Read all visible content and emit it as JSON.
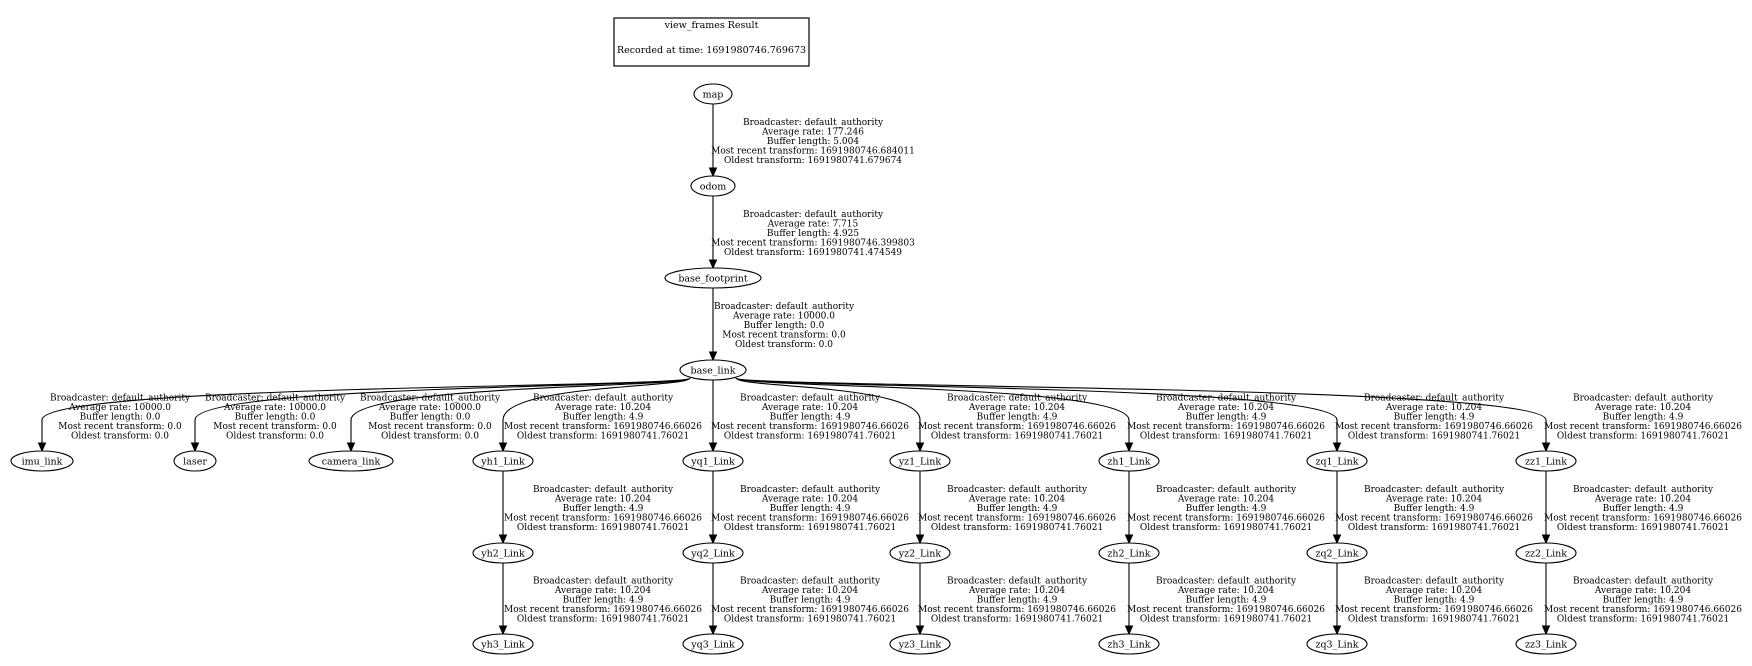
{
  "title": {
    "heading": "view_frames Result",
    "recorded": "Recorded at time: 1691980746.769673"
  },
  "nodes": [
    {
      "id": "map",
      "label": "map"
    },
    {
      "id": "odom",
      "label": "odom"
    },
    {
      "id": "base_footprint",
      "label": "base_footprint"
    },
    {
      "id": "base_link",
      "label": "base_link"
    },
    {
      "id": "imu_link",
      "label": "imu_link"
    },
    {
      "id": "laser",
      "label": "laser"
    },
    {
      "id": "camera_link",
      "label": "camera_link"
    },
    {
      "id": "yh1_Link",
      "label": "yh1_Link"
    },
    {
      "id": "yq1_Link",
      "label": "yq1_Link"
    },
    {
      "id": "yz1_Link",
      "label": "yz1_Link"
    },
    {
      "id": "zh1_Link",
      "label": "zh1_Link"
    },
    {
      "id": "zq1_Link",
      "label": "zq1_Link"
    },
    {
      "id": "zz1_Link",
      "label": "zz1_Link"
    },
    {
      "id": "yh2_Link",
      "label": "yh2_Link"
    },
    {
      "id": "yq2_Link",
      "label": "yq2_Link"
    },
    {
      "id": "yz2_Link",
      "label": "yz2_Link"
    },
    {
      "id": "zh2_Link",
      "label": "zh2_Link"
    },
    {
      "id": "zq2_Link",
      "label": "zq2_Link"
    },
    {
      "id": "zz2_Link",
      "label": "zz2_Link"
    },
    {
      "id": "yh3_Link",
      "label": "yh3_Link"
    },
    {
      "id": "yq3_Link",
      "label": "yq3_Link"
    },
    {
      "id": "yz3_Link",
      "label": "yz3_Link"
    },
    {
      "id": "zh3_Link",
      "label": "zh3_Link"
    },
    {
      "id": "zq3_Link",
      "label": "zq3_Link"
    },
    {
      "id": "zz3_Link",
      "label": "zz3_Link"
    }
  ],
  "edges": [
    {
      "from": "map",
      "to": "odom",
      "lines": [
        "Broadcaster: default_authority",
        "Average rate: 177.246",
        "Buffer length: 5.004",
        "Most recent transform: 1691980746.684011",
        "Oldest transform: 1691980741.679674"
      ]
    },
    {
      "from": "odom",
      "to": "base_footprint",
      "lines": [
        "Broadcaster: default_authority",
        "Average rate: 7.715",
        "Buffer length: 4.925",
        "Most recent transform: 1691980746.399803",
        "Oldest transform: 1691980741.474549"
      ]
    },
    {
      "from": "base_footprint",
      "to": "base_link",
      "lines": [
        "Broadcaster: default_authority",
        "Average rate: 10000.0",
        "Buffer length: 0.0",
        "Most recent transform: 0.0",
        "Oldest transform: 0.0"
      ]
    },
    {
      "from": "base_link",
      "to": "imu_link",
      "lines": [
        "Broadcaster: default_authority",
        "Average rate: 10000.0",
        "Buffer length: 0.0",
        "Most recent transform: 0.0",
        "Oldest transform: 0.0"
      ]
    },
    {
      "from": "base_link",
      "to": "laser",
      "lines": [
        "Broadcaster: default_authority",
        "Average rate: 10000.0",
        "Buffer length: 0.0",
        "Most recent transform: 0.0",
        "Oldest transform: 0.0"
      ]
    },
    {
      "from": "base_link",
      "to": "camera_link",
      "lines": [
        "Broadcaster: default_authority",
        "Average rate: 10000.0",
        "Buffer length: 0.0",
        "Most recent transform: 0.0",
        "Oldest transform: 0.0"
      ]
    },
    {
      "from": "base_link",
      "to": "yh1_Link",
      "lines": [
        "Broadcaster: default_authority",
        "Average rate: 10.204",
        "Buffer length: 4.9",
        "Most recent transform: 1691980746.66026",
        "Oldest transform: 1691980741.76021"
      ]
    },
    {
      "from": "base_link",
      "to": "yq1_Link",
      "lines": [
        "Broadcaster: default_authority",
        "Average rate: 10.204",
        "Buffer length: 4.9",
        "Most recent transform: 1691980746.66026",
        "Oldest transform: 1691980741.76021"
      ]
    },
    {
      "from": "base_link",
      "to": "yz1_Link",
      "lines": [
        "Broadcaster: default_authority",
        "Average rate: 10.204",
        "Buffer length: 4.9",
        "Most recent transform: 1691980746.66026",
        "Oldest transform: 1691980741.76021"
      ]
    },
    {
      "from": "base_link",
      "to": "zh1_Link",
      "lines": [
        "Broadcaster: default_authority",
        "Average rate: 10.204",
        "Buffer length: 4.9",
        "Most recent transform: 1691980746.66026",
        "Oldest transform: 1691980741.76021"
      ]
    },
    {
      "from": "base_link",
      "to": "zq1_Link",
      "lines": [
        "Broadcaster: default_authority",
        "Average rate: 10.204",
        "Buffer length: 4.9",
        "Most recent transform: 1691980746.66026",
        "Oldest transform: 1691980741.76021"
      ]
    },
    {
      "from": "base_link",
      "to": "zz1_Link",
      "lines": [
        "Broadcaster: default_authority",
        "Average rate: 10.204",
        "Buffer length: 4.9",
        "Most recent transform: 1691980746.66026",
        "Oldest transform: 1691980741.76021"
      ]
    },
    {
      "from": "yh1_Link",
      "to": "yh2_Link",
      "lines": [
        "Broadcaster: default_authority",
        "Average rate: 10.204",
        "Buffer length: 4.9",
        "Most recent transform: 1691980746.66026",
        "Oldest transform: 1691980741.76021"
      ]
    },
    {
      "from": "yq1_Link",
      "to": "yq2_Link",
      "lines": [
        "Broadcaster: default_authority",
        "Average rate: 10.204",
        "Buffer length: 4.9",
        "Most recent transform: 1691980746.66026",
        "Oldest transform: 1691980741.76021"
      ]
    },
    {
      "from": "yz1_Link",
      "to": "yz2_Link",
      "lines": [
        "Broadcaster: default_authority",
        "Average rate: 10.204",
        "Buffer length: 4.9",
        "Most recent transform: 1691980746.66026",
        "Oldest transform: 1691980741.76021"
      ]
    },
    {
      "from": "zh1_Link",
      "to": "zh2_Link",
      "lines": [
        "Broadcaster: default_authority",
        "Average rate: 10.204",
        "Buffer length: 4.9",
        "Most recent transform: 1691980746.66026",
        "Oldest transform: 1691980741.76021"
      ]
    },
    {
      "from": "zq1_Link",
      "to": "zq2_Link",
      "lines": [
        "Broadcaster: default_authority",
        "Average rate: 10.204",
        "Buffer length: 4.9",
        "Most recent transform: 1691980746.66026",
        "Oldest transform: 1691980741.76021"
      ]
    },
    {
      "from": "zz1_Link",
      "to": "zz2_Link",
      "lines": [
        "Broadcaster: default_authority",
        "Average rate: 10.204",
        "Buffer length: 4.9",
        "Most recent transform: 1691980746.66026",
        "Oldest transform: 1691980741.76021"
      ]
    },
    {
      "from": "yh2_Link",
      "to": "yh3_Link",
      "lines": [
        "Broadcaster: default_authority",
        "Average rate: 10.204",
        "Buffer length: 4.9",
        "Most recent transform: 1691980746.66026",
        "Oldest transform: 1691980741.76021"
      ]
    },
    {
      "from": "yq2_Link",
      "to": "yq3_Link",
      "lines": [
        "Broadcaster: default_authority",
        "Average rate: 10.204",
        "Buffer length: 4.9",
        "Most recent transform: 1691980746.66026",
        "Oldest transform: 1691980741.76021"
      ]
    },
    {
      "from": "yz2_Link",
      "to": "yz3_Link",
      "lines": [
        "Broadcaster: default_authority",
        "Average rate: 10.204",
        "Buffer length: 4.9",
        "Most recent transform: 1691980746.66026",
        "Oldest transform: 1691980741.76021"
      ]
    },
    {
      "from": "zh2_Link",
      "to": "zh3_Link",
      "lines": [
        "Broadcaster: default_authority",
        "Average rate: 10.204",
        "Buffer length: 4.9",
        "Most recent transform: 1691980746.66026",
        "Oldest transform: 1691980741.76021"
      ]
    },
    {
      "from": "zq2_Link",
      "to": "zq3_Link",
      "lines": [
        "Broadcaster: default_authority",
        "Average rate: 10.204",
        "Buffer length: 4.9",
        "Most recent transform: 1691980746.66026",
        "Oldest transform: 1691980741.76021"
      ]
    },
    {
      "from": "zz2_Link",
      "to": "zz3_Link",
      "lines": [
        "Broadcaster: default_authority",
        "Average rate: 10.204",
        "Buffer length: 4.9",
        "Most recent transform: 1691980746.66026",
        "Oldest transform: 1691980741.76021"
      ]
    }
  ]
}
